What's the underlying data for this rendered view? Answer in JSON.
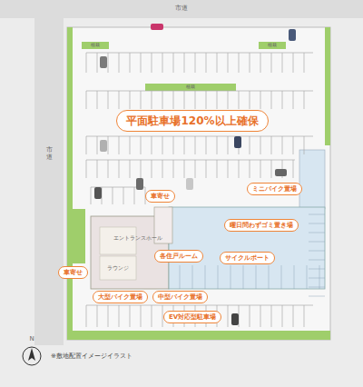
{
  "diagram": {
    "caption": "※敷地配置イメージイラスト",
    "nodes": [
      {
        "text": [
          "平面駐車場120%以上確保"
        ]
      },
      {
        "text": [
          "車寄せ"
        ]
      },
      {
        "text": [
          "ミニバイク置場"
        ]
      },
      {
        "text": [
          "曜日問わずゴミ置き場"
        ]
      },
      {
        "text": [
          "各住戸ルーム"
        ]
      },
      {
        "text": [
          "サイクルポート"
        ]
      },
      {
        "text": [
          "車寄せ"
        ]
      },
      {
        "text": [
          "大型バイク置場"
        ]
      },
      {
        "text": [
          "中型バイク置場"
        ]
      },
      {
        "text": [
          "EV対応型駐車場"
        ]
      }
    ],
    "labels": [
      "市道",
      "市道",
      "植栽",
      "植栽",
      "植栽",
      "エントランスホール",
      "ラウンジ",
      "N"
    ]
  }
}
